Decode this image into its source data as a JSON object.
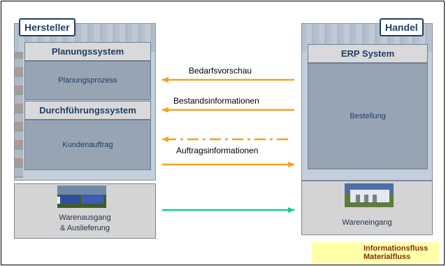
{
  "colors": {
    "info_arrow": "#f4a21c",
    "material_arrow": "#19c79a",
    "navy": "#1f3f66"
  },
  "left": {
    "tag": "Hersteller",
    "planning_header": "Planungssystem",
    "planning_body": "Planungsprozess",
    "execution_header": "Durchführungssystem",
    "execution_body": "Kundenauftrag",
    "bottom_label_line1": "Warenausgang",
    "bottom_label_line2": "& Auslieferung",
    "bottom_image_icon": "delivery-trucks-photo"
  },
  "right": {
    "tag": "Handel",
    "erp_header": "ERP System",
    "erp_body": "Bestellung",
    "bottom_label": "Wareneingang",
    "bottom_image_icon": "warehouse-photo"
  },
  "flows": {
    "bedarfsvorschau": "Bedarfsvorschau",
    "bestandsinformationen": "Bestandsinformationen",
    "auftragsinformationen": "Auftragsinformationen"
  },
  "legend": {
    "info": "Informationsfluss",
    "material": "Materialfluss"
  }
}
